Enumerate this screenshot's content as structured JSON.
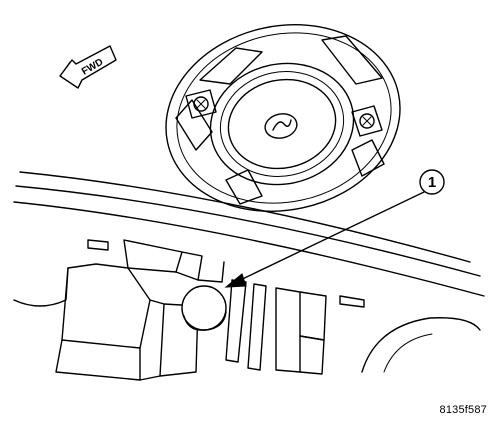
{
  "diagram": {
    "direction_arrow": {
      "label": "FWD",
      "icon": "forward-direction-arrow-icon"
    },
    "callouts": [
      {
        "number": "1"
      }
    ],
    "figure_id": "8135f587"
  }
}
